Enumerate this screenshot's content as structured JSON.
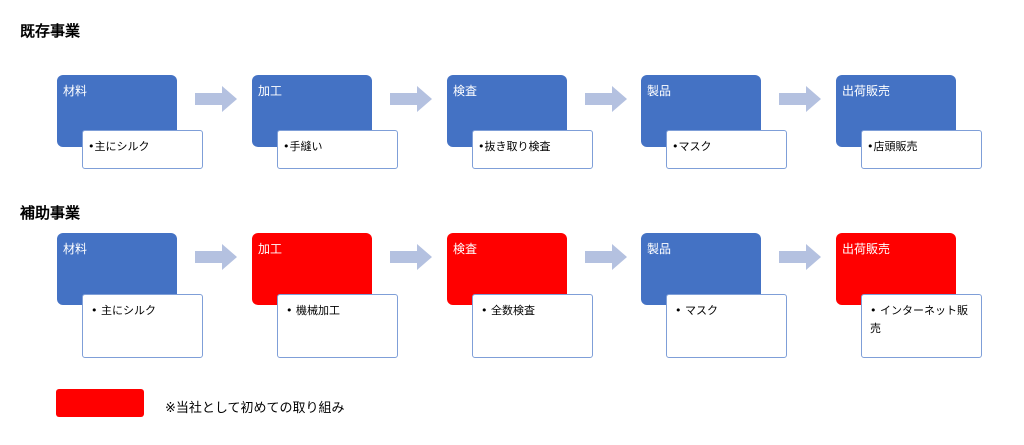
{
  "sections": [
    {
      "title": "既存事業",
      "steps": [
        {
          "name": "材料",
          "detail": "•主にシルク",
          "color": "#4472c4"
        },
        {
          "name": "加工",
          "detail": "•手縫い",
          "color": "#4472c4"
        },
        {
          "name": "検査",
          "detail": "•抜き取り検査",
          "color": "#4472c4"
        },
        {
          "name": "製品",
          "detail": "•マスク",
          "color": "#4472c4"
        },
        {
          "name": "出荷販売",
          "detail": "•店頭販売",
          "color": "#4472c4"
        }
      ]
    },
    {
      "title": "補助事業",
      "steps": [
        {
          "name": "材料",
          "detail": "• 主にシルク",
          "color": "#4472c4"
        },
        {
          "name": "加工",
          "detail": "• 機械加工",
          "color": "#ff0000"
        },
        {
          "name": "検査",
          "detail": "• 全数検査",
          "color": "#ff0000"
        },
        {
          "name": "製品",
          "detail": "• マスク",
          "color": "#4472c4"
        },
        {
          "name": "出荷販売",
          "detail": "• インターネット販売",
          "color": "#ff0000"
        }
      ]
    }
  ],
  "legend": {
    "text": "※当社として初めての取り組み",
    "color": "#ff0000"
  },
  "colors": {
    "step_default": "#4472c4",
    "step_new": "#ff0000",
    "arrow": "#b4c1e0"
  }
}
